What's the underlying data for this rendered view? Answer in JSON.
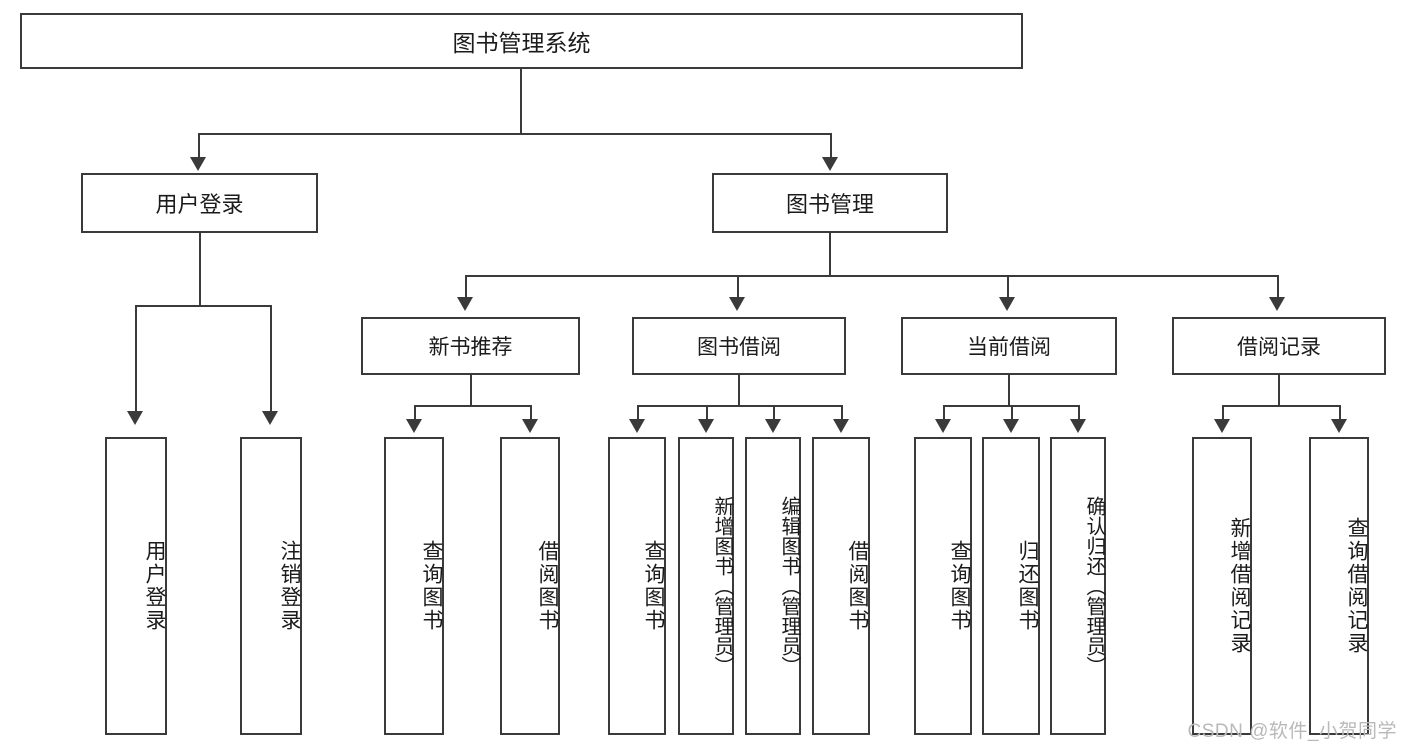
{
  "diagram": {
    "type": "tree-hierarchy-flowchart",
    "title": "图书管理系统",
    "root": {
      "label": "图书管理系统"
    },
    "level1": [
      {
        "id": "user-login",
        "label": "用户登录"
      },
      {
        "id": "book-management",
        "label": "图书管理"
      }
    ],
    "level2": [
      {
        "id": "new-book-recommend",
        "label": "新书推荐",
        "parent": "book-management"
      },
      {
        "id": "book-borrow",
        "label": "图书借阅",
        "parent": "book-management"
      },
      {
        "id": "current-borrow",
        "label": "当前借阅",
        "parent": "book-management"
      },
      {
        "id": "borrow-record",
        "label": "借阅记录",
        "parent": "book-management"
      }
    ],
    "leaves": {
      "user-login": [
        {
          "id": "leaf-user-login",
          "label": "用户登录"
        },
        {
          "id": "leaf-user-logout",
          "label": "注销登录"
        }
      ],
      "new-book-recommend": [
        {
          "id": "leaf-query-book-1",
          "label": "查询图书"
        },
        {
          "id": "leaf-borrow-book-1",
          "label": "借阅图书"
        }
      ],
      "book-borrow": [
        {
          "id": "leaf-query-book-2",
          "label": "查询图书"
        },
        {
          "id": "leaf-add-book",
          "label": "新增图书（管理员）"
        },
        {
          "id": "leaf-edit-book",
          "label": "编辑图书（管理员）"
        },
        {
          "id": "leaf-borrow-book-2",
          "label": "借阅图书"
        }
      ],
      "current-borrow": [
        {
          "id": "leaf-query-book-3",
          "label": "查询图书"
        },
        {
          "id": "leaf-return-book",
          "label": "归还图书"
        },
        {
          "id": "leaf-confirm-return",
          "label": "确认归还（管理员）"
        }
      ],
      "borrow-record": [
        {
          "id": "leaf-add-record",
          "label": "新增借阅记录"
        },
        {
          "id": "leaf-query-record",
          "label": "查询借阅记录"
        }
      ]
    }
  },
  "watermark": {
    "text": "CSDN @软件_小贺同学"
  },
  "colors": {
    "stroke": "#3a3a3a",
    "fill": "#ffffff",
    "text": "#1b1b1b",
    "watermark": "#b9b9b9"
  }
}
